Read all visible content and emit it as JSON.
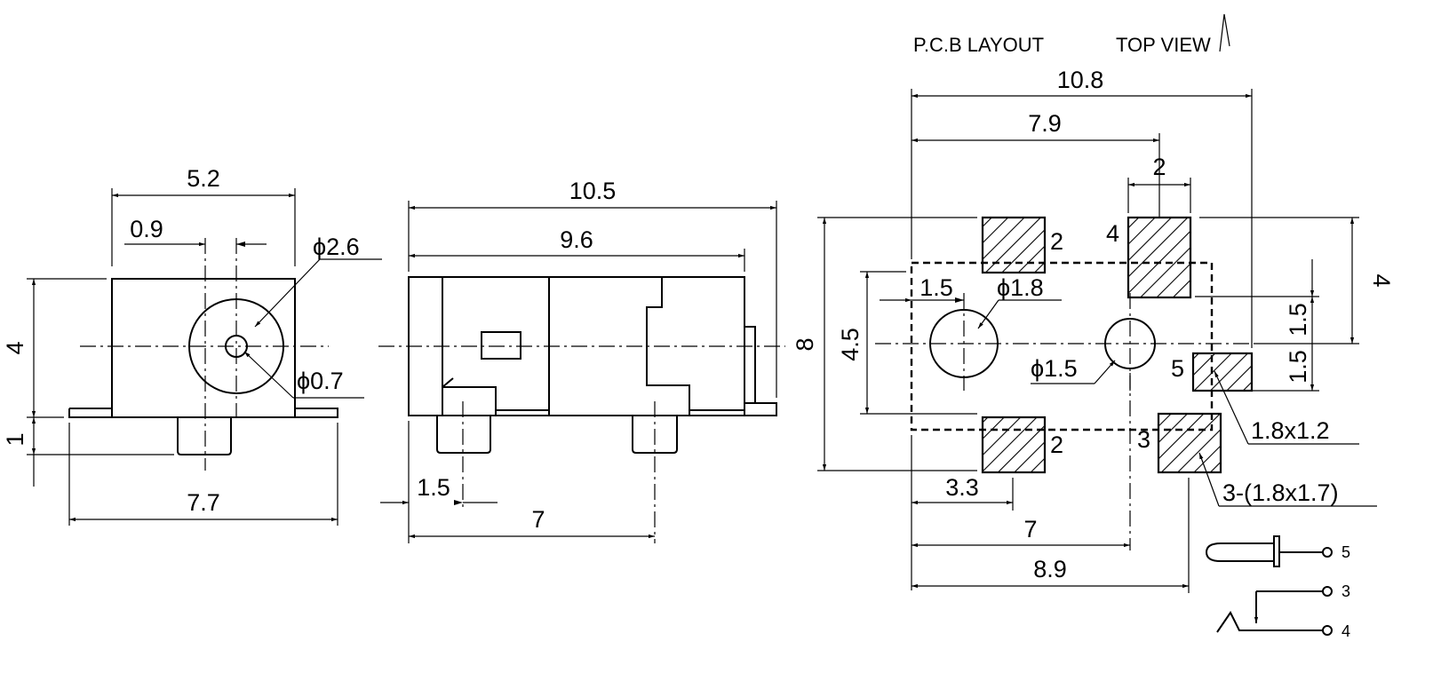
{
  "header": {
    "layout": "P.C.B LAYOUT",
    "view": "TOP VIEW"
  },
  "front_view": {
    "w52": "5.2",
    "w09": "0.9",
    "d26": "ϕ2.6",
    "d07": "ϕ0.7",
    "h4": "4",
    "h1": "1",
    "w77": "7.7"
  },
  "side_view": {
    "w105": "10.5",
    "w96": "9.6",
    "w15": "1.5",
    "w7": "7"
  },
  "pcb": {
    "w108": "10.8",
    "w79": "7.9",
    "w2": "2",
    "h8": "8",
    "h45": "4.5",
    "h4": "4",
    "h15a": "1.5",
    "h15b": "1.5",
    "x15": "1.5",
    "d18": "ϕ1.8",
    "d15": "ϕ1.5",
    "w33": "3.3",
    "w7": "7",
    "w89": "8.9",
    "pad_small": "1.8x1.2",
    "pad_large": "3-(1.8x1.7)",
    "pins": {
      "p2a": "2",
      "p4": "4",
      "p5": "5",
      "p2b": "2",
      "p3": "3"
    }
  },
  "legend": {
    "l5": "5",
    "l3": "3",
    "l4": "4"
  }
}
